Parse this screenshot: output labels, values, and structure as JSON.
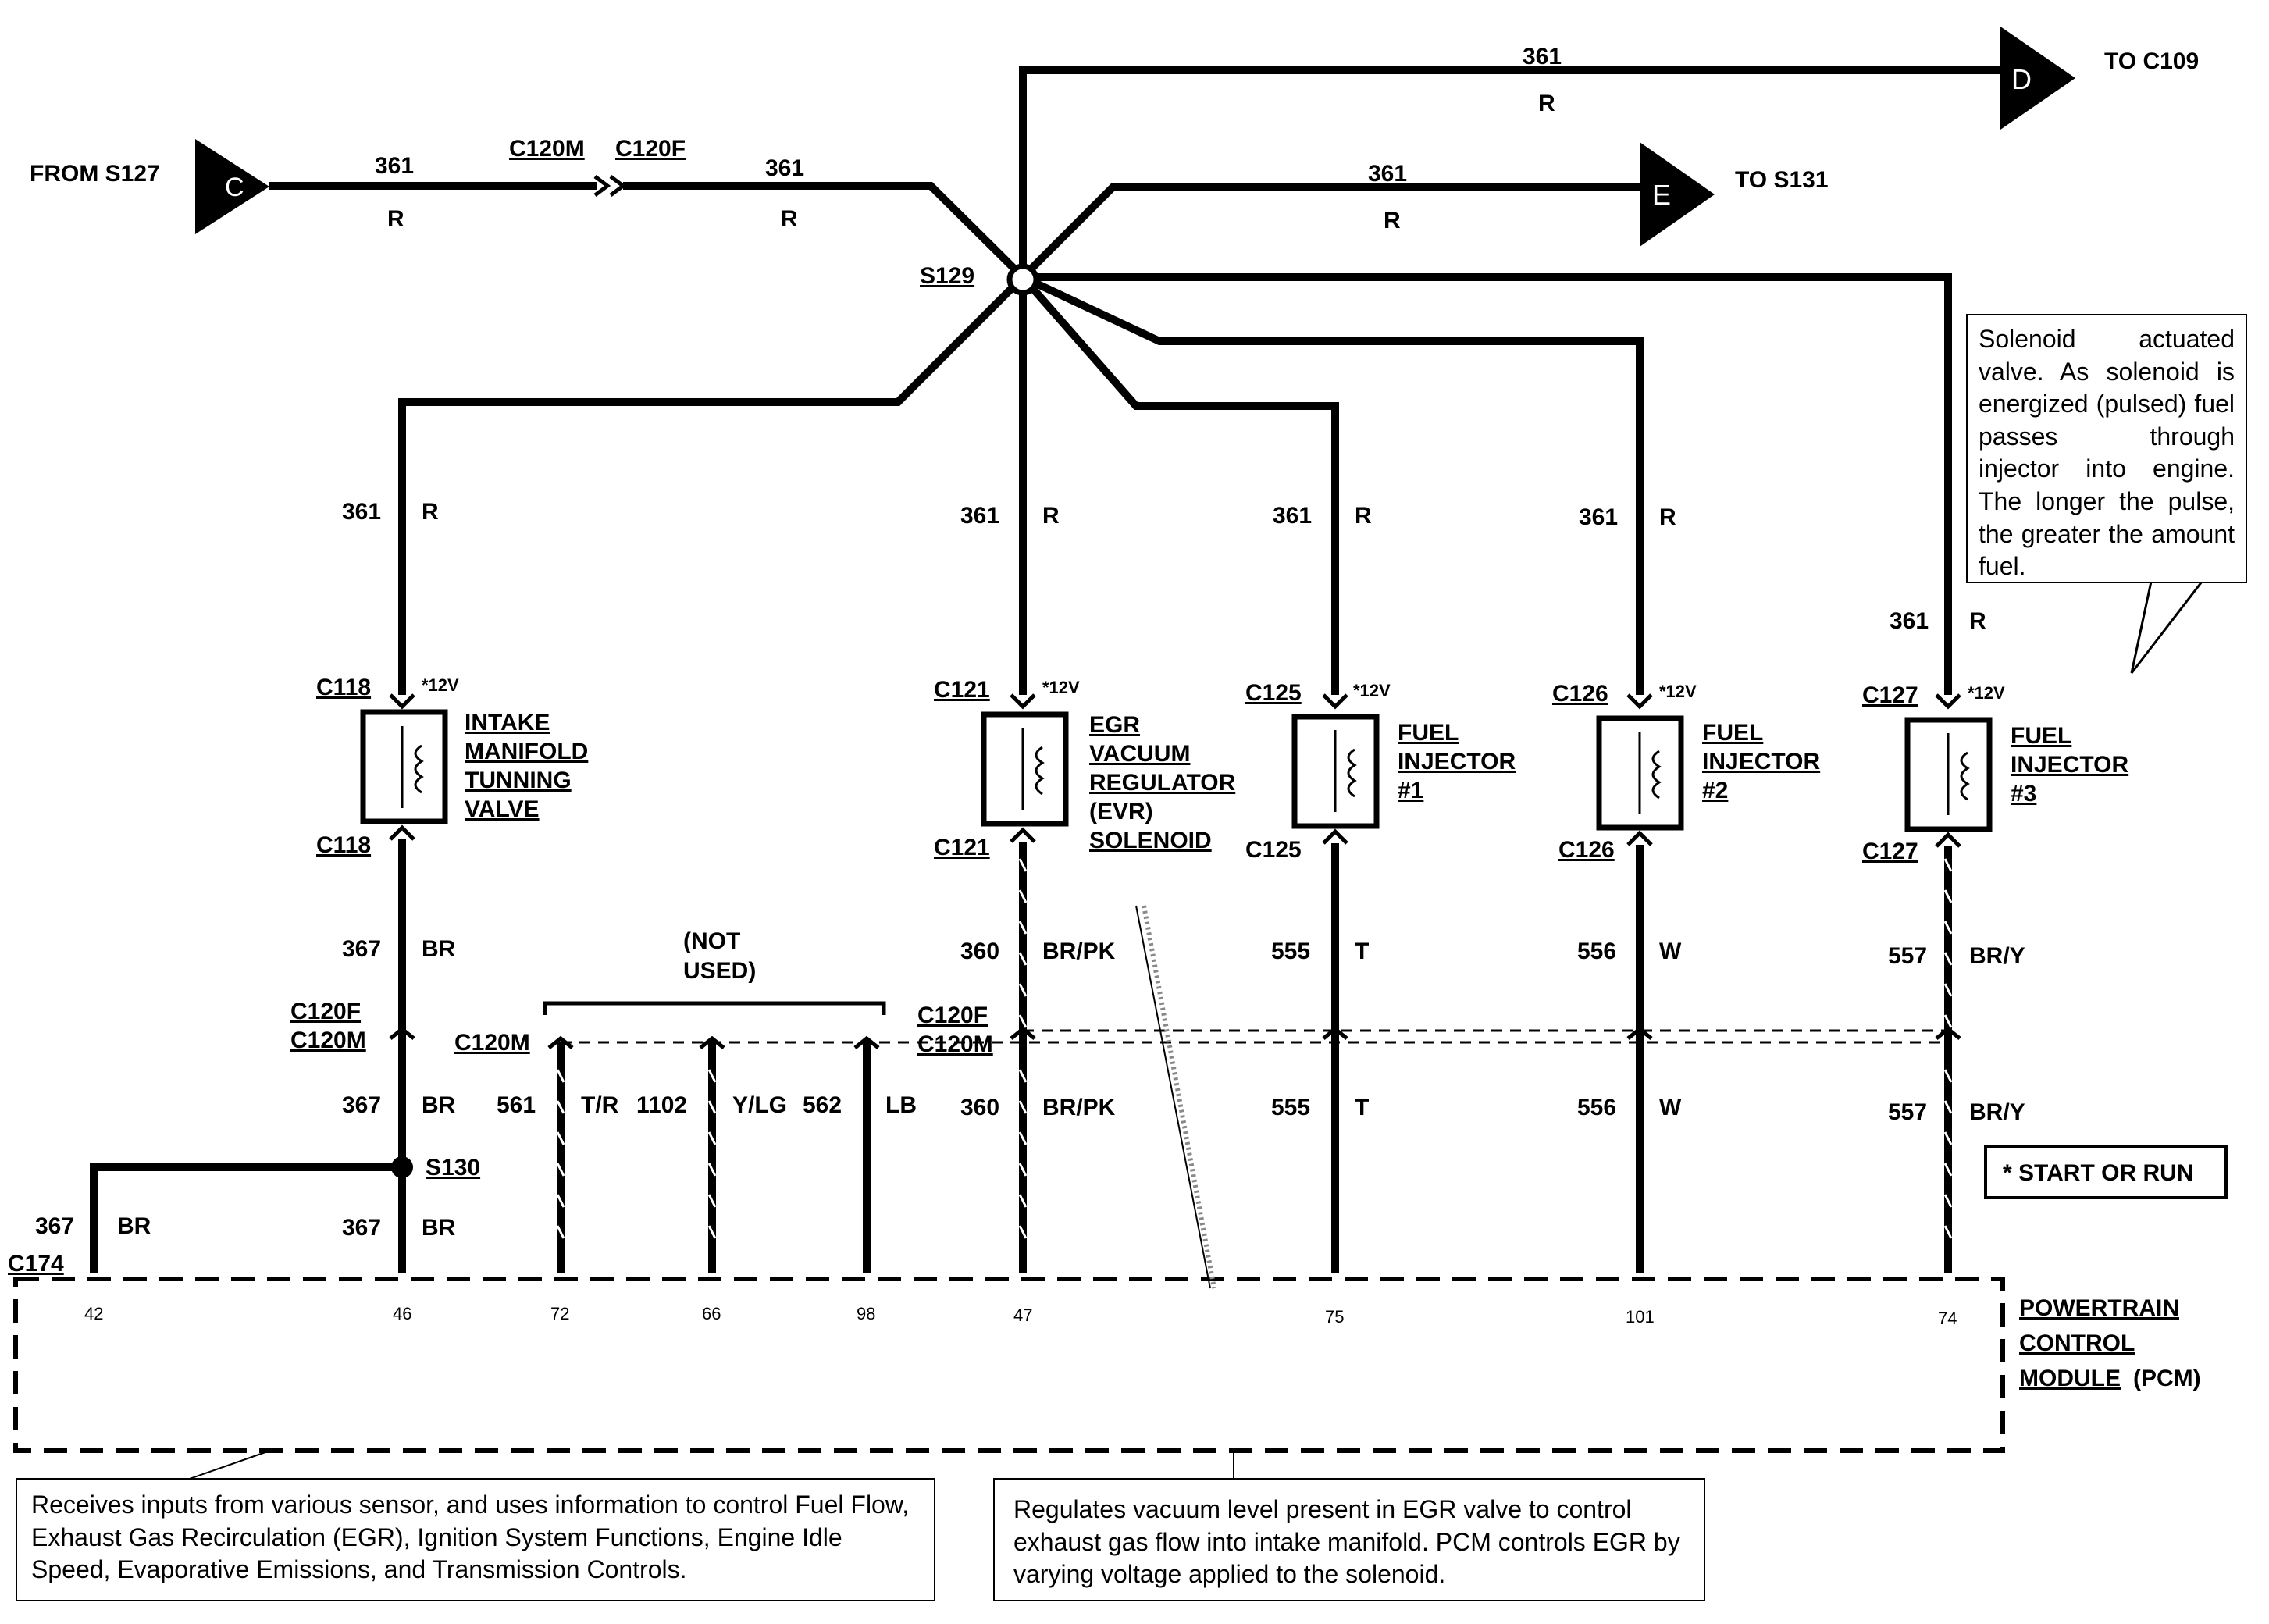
{
  "connectors": {
    "from": "FROM S127",
    "c": "C",
    "d": "D",
    "e": "E",
    "to_c109": "TO C109",
    "to_s131": "TO S131"
  },
  "splices": {
    "s129": "S129",
    "s130": "S130"
  },
  "top_wires": {
    "c120m": "C120M",
    "c120f": "C120F",
    "circuit": "361",
    "color": "R"
  },
  "circuits": {
    "c361": "361",
    "r": "R",
    "c367": "367",
    "br": "BR",
    "c360": "360",
    "brpk": "BR/PK",
    "c555": "555",
    "t": "T",
    "c556": "556",
    "w": "W",
    "c557": "557",
    "bry": "BR/Y",
    "c561": "561",
    "tr": "T/R",
    "c1102": "1102",
    "ylg": "Y/LG",
    "c562": "562",
    "lb": "LB",
    "v12": "*12V"
  },
  "connector_ids": {
    "c118": "C118",
    "c121": "C121",
    "c125": "C125",
    "c126": "C126",
    "c127": "C127",
    "c120f": "C120F",
    "c120m": "C120M",
    "c174": "C174"
  },
  "components": {
    "imtv": [
      "INTAKE",
      "MANIFOLD",
      "TUNNING",
      "VALVE"
    ],
    "evr": [
      "EGR",
      "VACUUM",
      "REGULATOR",
      "(EVR)",
      "SOLENOID"
    ],
    "inj1": [
      "FUEL",
      "INJECTOR",
      "#1"
    ],
    "inj2": [
      "FUEL",
      "INJECTOR",
      "#2"
    ],
    "inj3": [
      "FUEL",
      "INJECTOR",
      "#3"
    ]
  },
  "not_used": [
    "(NOT",
    "USED)"
  ],
  "pcm": {
    "title": [
      "POWERTRAIN",
      "CONTROL",
      "MODULE"
    ],
    "abbr": "(PCM)",
    "pins": [
      "42",
      "46",
      "72",
      "66",
      "98",
      "47",
      "75",
      "101",
      "74"
    ]
  },
  "legend": "* START OR RUN",
  "notes": {
    "injector": "Solenoid actuated valve. As solenoid is energized (pulsed) fuel passes through injector into engine. The longer the pulse, the greater the amount fuel.",
    "pcm": "Receives inputs from various sensor, and uses information to control Fuel Flow, Exhaust Gas Recirculation (EGR), Ignition System Functions, Engine Idle Speed, Evaporative Emissions, and Transmission Controls.",
    "evr": "Regulates vacuum level present in EGR valve to control exhaust gas flow into intake manifold. PCM controls EGR by varying voltage applied to the solenoid."
  }
}
